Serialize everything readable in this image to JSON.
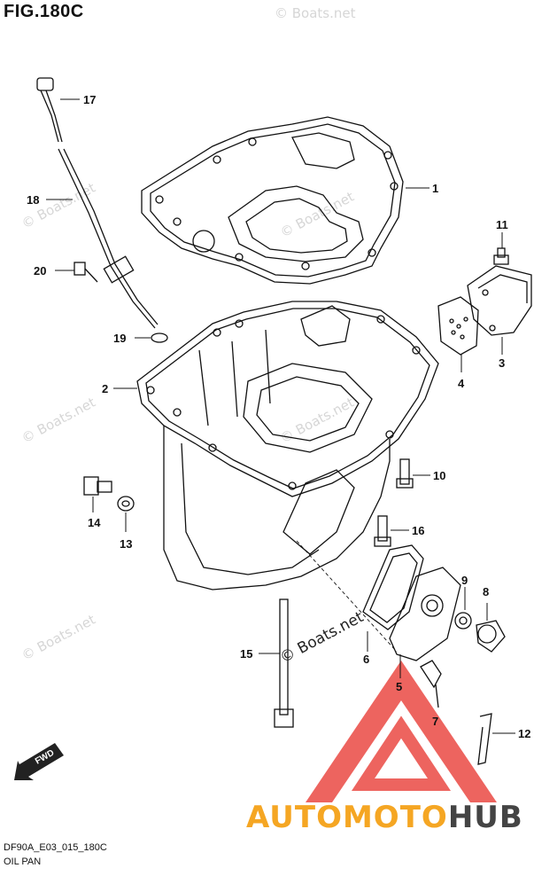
{
  "figure": {
    "title": "FIG.180C",
    "code": "DF90A_E03_015_180C",
    "name": "OIL PAN"
  },
  "callouts": [
    "1",
    "2",
    "3",
    "4",
    "5",
    "6",
    "7",
    "8",
    "9",
    "10",
    "11",
    "12",
    "13",
    "14",
    "15",
    "16",
    "17",
    "18",
    "19",
    "20"
  ],
  "watermark": {
    "text": "© Boats.net",
    "inline_text": "© Boats.net"
  },
  "fwd_badge": "FWD",
  "brand": {
    "part1": "AUTOMOTO",
    "part2": "HUB",
    "color1": "#f5a623",
    "color2": "#444444",
    "logo_color": "#e8312a"
  }
}
